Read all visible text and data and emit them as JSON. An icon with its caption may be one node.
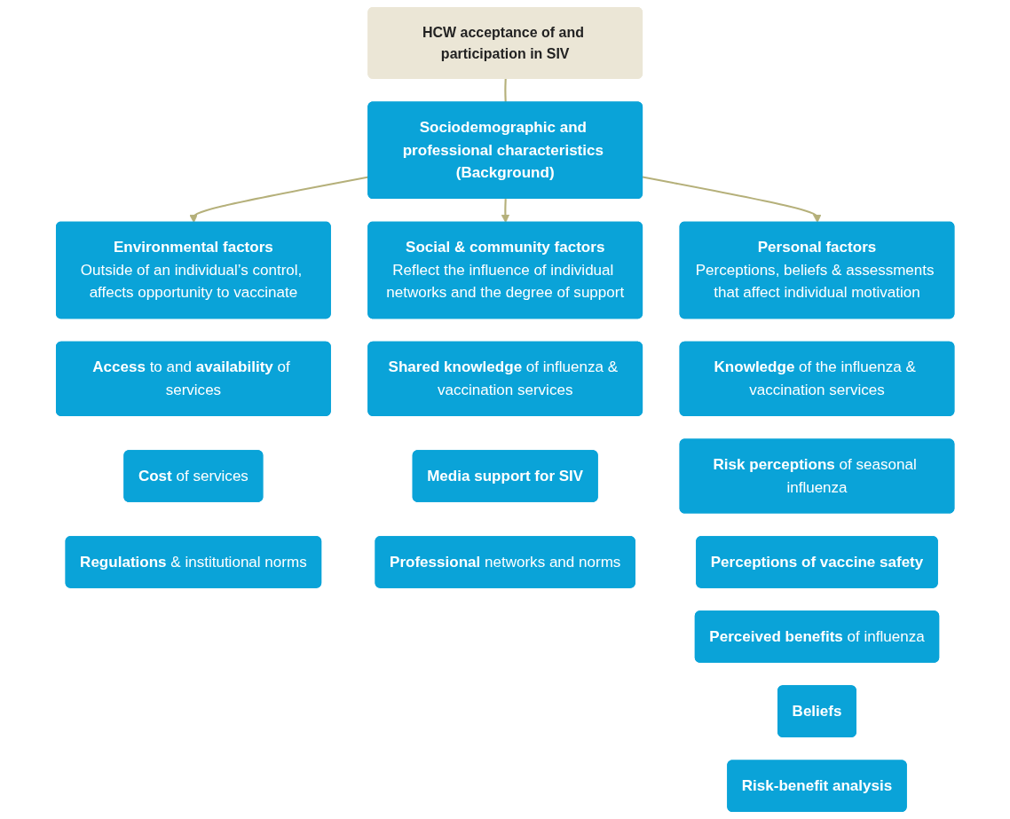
{
  "diagram": {
    "nodes": [
      {
        "text": [
          "HCW acceptance of and participation in SIV"
        ]
      },
      {
        "text": [
          "Sociodemographic and professional characteristics (Background)"
        ]
      },
      {
        "text": [
          "Environmental factors",
          "Outside of an individual’s control, affects opportunity to vaccinate"
        ]
      },
      {
        "text": [
          "Social & community factors",
          "Reflect the influence of individual networks and the degree of support"
        ]
      },
      {
        "text": [
          "Personal factors",
          "Perceptions, beliefs & assessments that affect individual motivation"
        ]
      },
      {
        "text": [
          "**Access** to and **availability** of services"
        ]
      },
      {
        "text": [
          "**Cost** of services"
        ]
      },
      {
        "text": [
          "**Regulations** & institutional norms"
        ]
      },
      {
        "text": [
          "**Shared knowledge** of influenza & vaccination services"
        ]
      },
      {
        "text": [
          "Media support for SIV"
        ]
      },
      {
        "text": [
          "**Professional** networks and norms"
        ]
      },
      {
        "text": [
          "**Knowledge** of the influenza & vaccination services"
        ]
      },
      {
        "text": [
          "**Risk perceptions** of seasonal influenza"
        ]
      },
      {
        "text": [
          "Perceptions of vaccine safety"
        ]
      },
      {
        "text": [
          "**Perceived benefits** of influenza"
        ]
      },
      {
        "text": [
          "Beliefs"
        ]
      },
      {
        "text": [
          "Risk-benefit analysis"
        ]
      }
    ],
    "edges": [
      {
        "from": 0,
        "to": 1,
        "arrow": "none"
      },
      {
        "from": 1,
        "to": 2,
        "arrow": "to"
      },
      {
        "from": 1,
        "to": 3,
        "arrow": "to"
      },
      {
        "from": 1,
        "to": 4,
        "arrow": "to"
      }
    ]
  }
}
